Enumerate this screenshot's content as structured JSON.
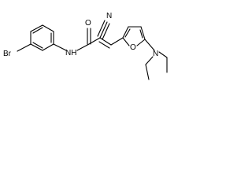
{
  "atoms": {
    "bromine": "Br",
    "amide_nitrogen": "NH",
    "carbonyl_oxygen": "O",
    "nitrile_nitrogen": "N",
    "furan_oxygen": "O",
    "amine_nitrogen": "N"
  }
}
